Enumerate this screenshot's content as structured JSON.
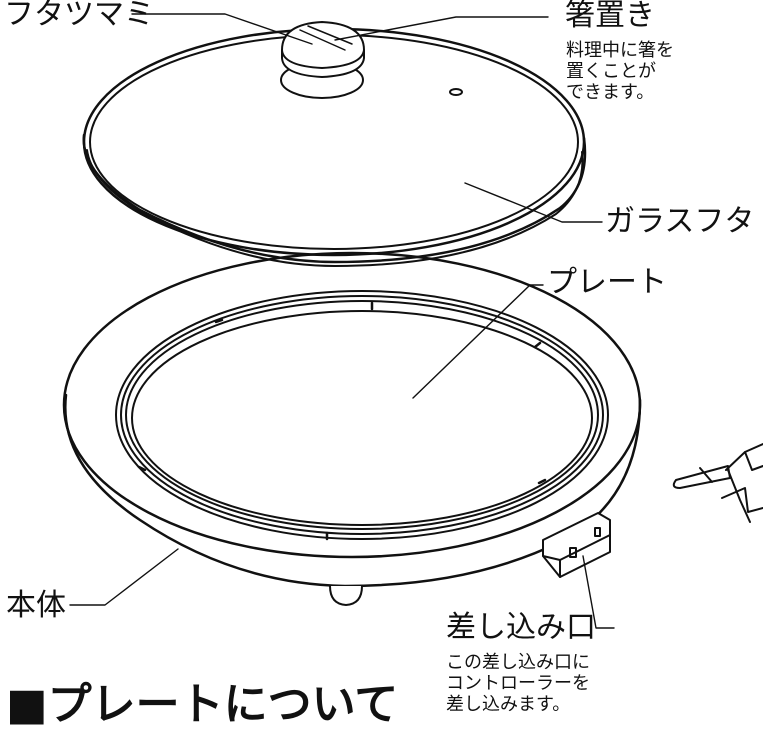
{
  "labels": {
    "lid_knob": "フタツマミ",
    "chopstick_rest": "箸置き",
    "chopstick_rest_note": [
      "料理中に箸を",
      "置くことが",
      "できます。"
    ],
    "glass_lid": "ガラスフタ",
    "plate": "プレート",
    "body": "本体",
    "inlet": "差し込み口",
    "inlet_note": [
      "この差し込み口に",
      "コントローラーを",
      "差し込みます。"
    ]
  },
  "section_heading": "■プレートについて"
}
